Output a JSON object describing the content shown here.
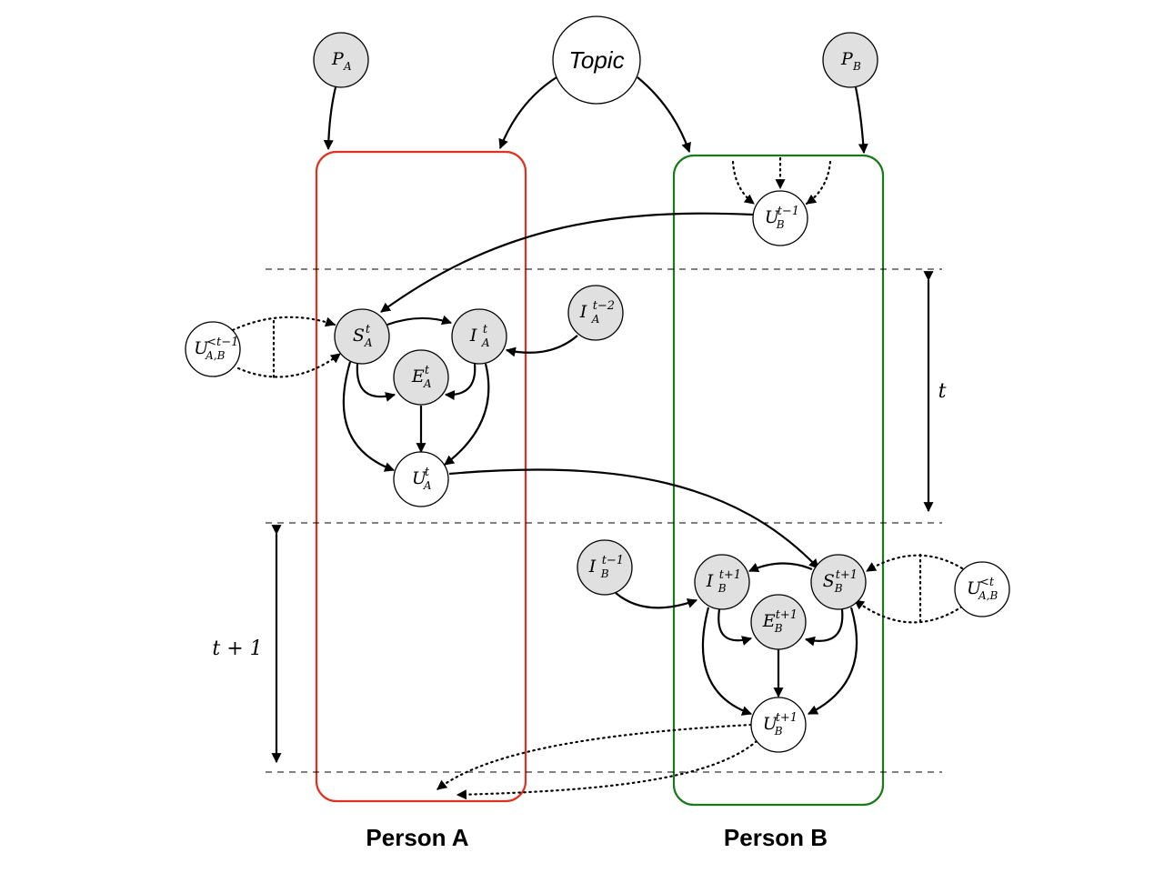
{
  "topic": {
    "label": "Topic"
  },
  "persons": {
    "a_label": "Person A",
    "b_label": "Person B"
  },
  "colors": {
    "person_a_box": "#e0311e",
    "person_b_box": "#1a7a1a",
    "observed_node_fill": "#e0e0e0",
    "latent_node_fill": "#ffffff"
  },
  "time_labels": {
    "t": "t",
    "t_plus_1": "t + 1"
  },
  "nodes": {
    "p_a": {
      "v": "P",
      "sub": "A",
      "sup": ""
    },
    "p_b": {
      "v": "P",
      "sub": "B",
      "sup": ""
    },
    "u_b_prev": {
      "v": "U",
      "sub": "B",
      "sup": "t−1"
    },
    "s_a": {
      "v": "S",
      "sub": "A",
      "sup": "t"
    },
    "i_a": {
      "v": "I",
      "sub": "A",
      "sup": "t"
    },
    "i_a_prev": {
      "v": "I",
      "sub": "A",
      "sup": "t−2"
    },
    "e_a": {
      "v": "E",
      "sub": "A",
      "sup": "t"
    },
    "u_a": {
      "v": "U",
      "sub": "A",
      "sup": "t"
    },
    "u_ab_hist": {
      "v": "U",
      "sub": "A,B",
      "sup": "<t−1"
    },
    "i_b_prev": {
      "v": "I",
      "sub": "B",
      "sup": "t−1"
    },
    "i_b": {
      "v": "I",
      "sub": "B",
      "sup": "t+1"
    },
    "s_b": {
      "v": "S",
      "sub": "B",
      "sup": "t+1"
    },
    "e_b": {
      "v": "E",
      "sub": "B",
      "sup": "t+1"
    },
    "u_b": {
      "v": "U",
      "sub": "B",
      "sup": "t+1"
    },
    "u_ab_hist2": {
      "v": "U",
      "sub": "A,B",
      "sup": "<t"
    }
  }
}
